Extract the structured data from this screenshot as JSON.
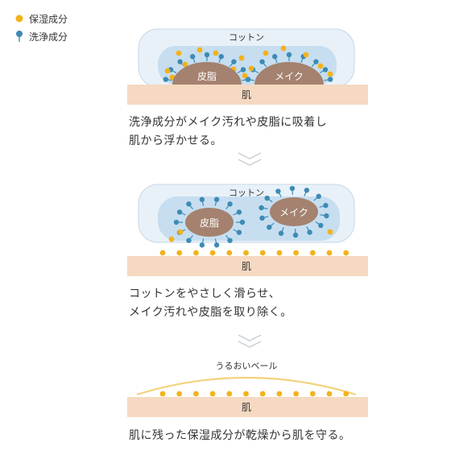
{
  "legend": [
    {
      "label": "保湿成分",
      "kind": "moisture"
    },
    {
      "label": "洗浄成分",
      "kind": "cleanser"
    }
  ],
  "colors": {
    "moisture": "#f3b21a",
    "cleanser": "#3d8bb5",
    "cotton_fill": "#e9f1f8",
    "cleanse_zone": "#c6def0",
    "skin": "#f5d9c1",
    "dirt": "#a4826f",
    "veil": "#f3d27a",
    "chevron": "#c9cfd4"
  },
  "steps": [
    {
      "cotton_label": "コットン",
      "skin_label": "肌",
      "dirt_labels": [
        "皮脂",
        "メイク"
      ],
      "caption": [
        "洗浄成分がメイク汚れや皮脂に吸着し",
        "肌から浮かせる。"
      ]
    },
    {
      "cotton_label": "コットン",
      "skin_label": "肌",
      "dirt_labels": [
        "皮脂",
        "メイク"
      ],
      "caption": [
        "コットンをやさしく滑らせ、",
        "メイク汚れや皮脂を取り除く。"
      ]
    },
    {
      "veil_label": "うるおいベール",
      "skin_label": "肌",
      "caption": [
        "肌に残った保湿成分が乾燥から肌を守る。"
      ]
    }
  ]
}
